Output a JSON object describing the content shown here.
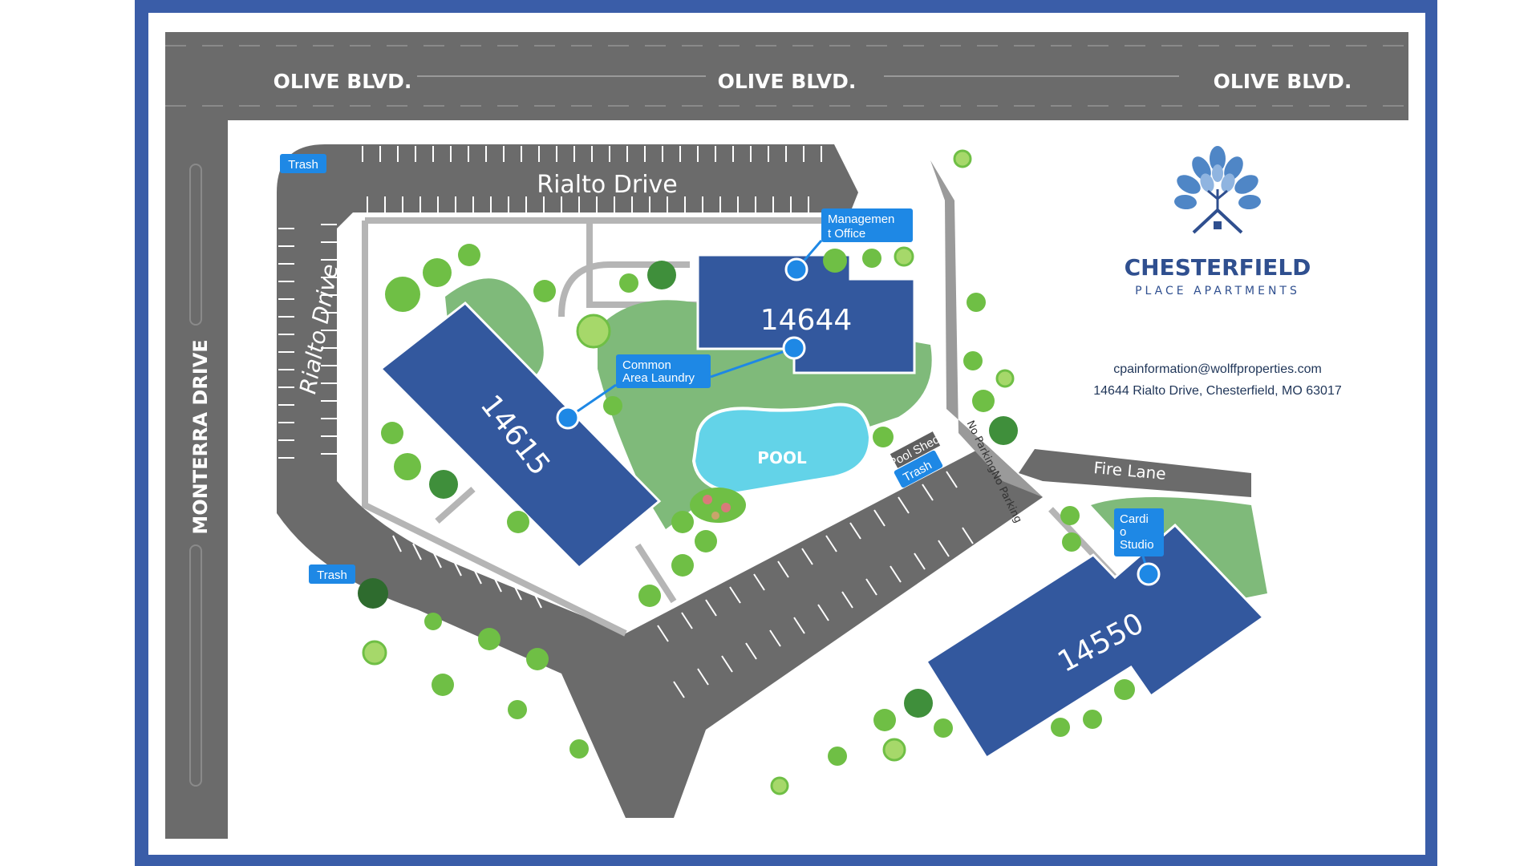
{
  "streets": {
    "olive": "OLIVE BLVD.",
    "monterra": "MONTERRA DRIVE",
    "rialto": "Rialto Drive",
    "fire_lane": "Fire Lane",
    "no_parking": "No ParkingNo Parking"
  },
  "buildings": {
    "b14615": "14615",
    "b14644": "14644",
    "b14550": "14550"
  },
  "amenities": {
    "pool": "POOL",
    "pool_shed": "Pool Shed",
    "trash": "Trash",
    "management_line1": "Managemen",
    "management_line2": "t Office",
    "laundry_line1": "Common",
    "laundry_line2": "Area Laundry",
    "cardio_line1": "Cardi",
    "cardio_line2": "o",
    "cardio_line3": "Studio"
  },
  "brand": {
    "name": "CHESTERFIELD",
    "subtitle": "PLACE APARTMENTS"
  },
  "contact": {
    "email": "cpainformation@wolffproperties.com",
    "address": "14644 Rialto Drive, Chesterfield, MO 63017"
  },
  "colors": {
    "frame": "#3a5da8",
    "road": "#6b6b6b",
    "building": "#33589e",
    "grass": "#7fba7a",
    "tag": "#1e88e5",
    "pool": "#63d3e8"
  }
}
